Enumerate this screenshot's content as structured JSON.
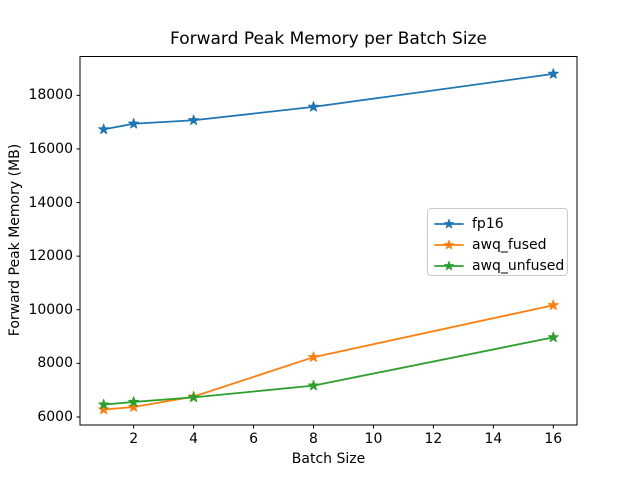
{
  "chart_data": {
    "type": "line",
    "title": "Forward Peak Memory per Batch Size",
    "xlabel": "Batch Size",
    "ylabel": "Forward Peak Memory (MB)",
    "x": [
      1,
      2,
      4,
      8,
      16
    ],
    "series": [
      {
        "name": "fp16",
        "color": "#1f77b4",
        "marker": "star",
        "values": [
          16730,
          16940,
          17070,
          17570,
          18800
        ]
      },
      {
        "name": "awq_fused",
        "color": "#ff7f0e",
        "marker": "star",
        "values": [
          6280,
          6370,
          6760,
          8230,
          10170
        ]
      },
      {
        "name": "awq_unfused",
        "color": "#2ca02c",
        "marker": "star",
        "values": [
          6460,
          6560,
          6730,
          7170,
          8970
        ]
      }
    ],
    "xticks": [
      2,
      4,
      6,
      8,
      10,
      12,
      14,
      16
    ],
    "yticks": [
      6000,
      8000,
      10000,
      12000,
      14000,
      16000,
      18000
    ],
    "xlim": [
      0.21,
      16.79
    ],
    "ylim": [
      5700,
      19450
    ],
    "grid": false,
    "legend": {
      "location": "center right",
      "labels": [
        "fp16",
        "awq_fused",
        "awq_unfused"
      ]
    }
  }
}
